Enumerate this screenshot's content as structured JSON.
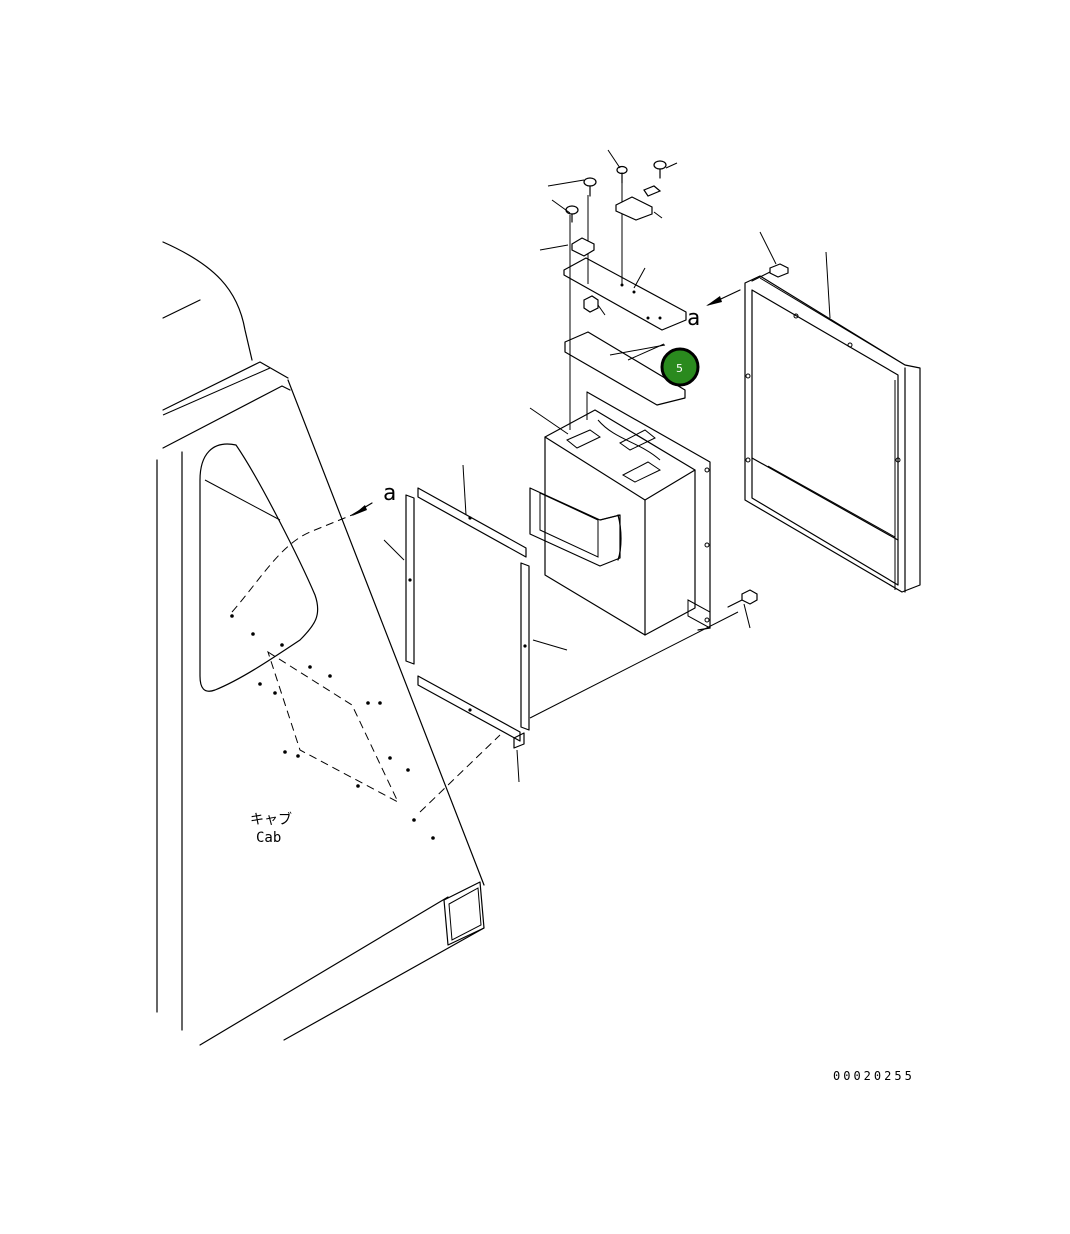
{
  "labels": {
    "cab_jp": "キャブ",
    "cab_en": "Cab",
    "ref_a_top": "a",
    "ref_a_left": "a",
    "drawing_no": "00020255"
  },
  "callout": {
    "number": "5",
    "color": "#2a8a1e"
  }
}
